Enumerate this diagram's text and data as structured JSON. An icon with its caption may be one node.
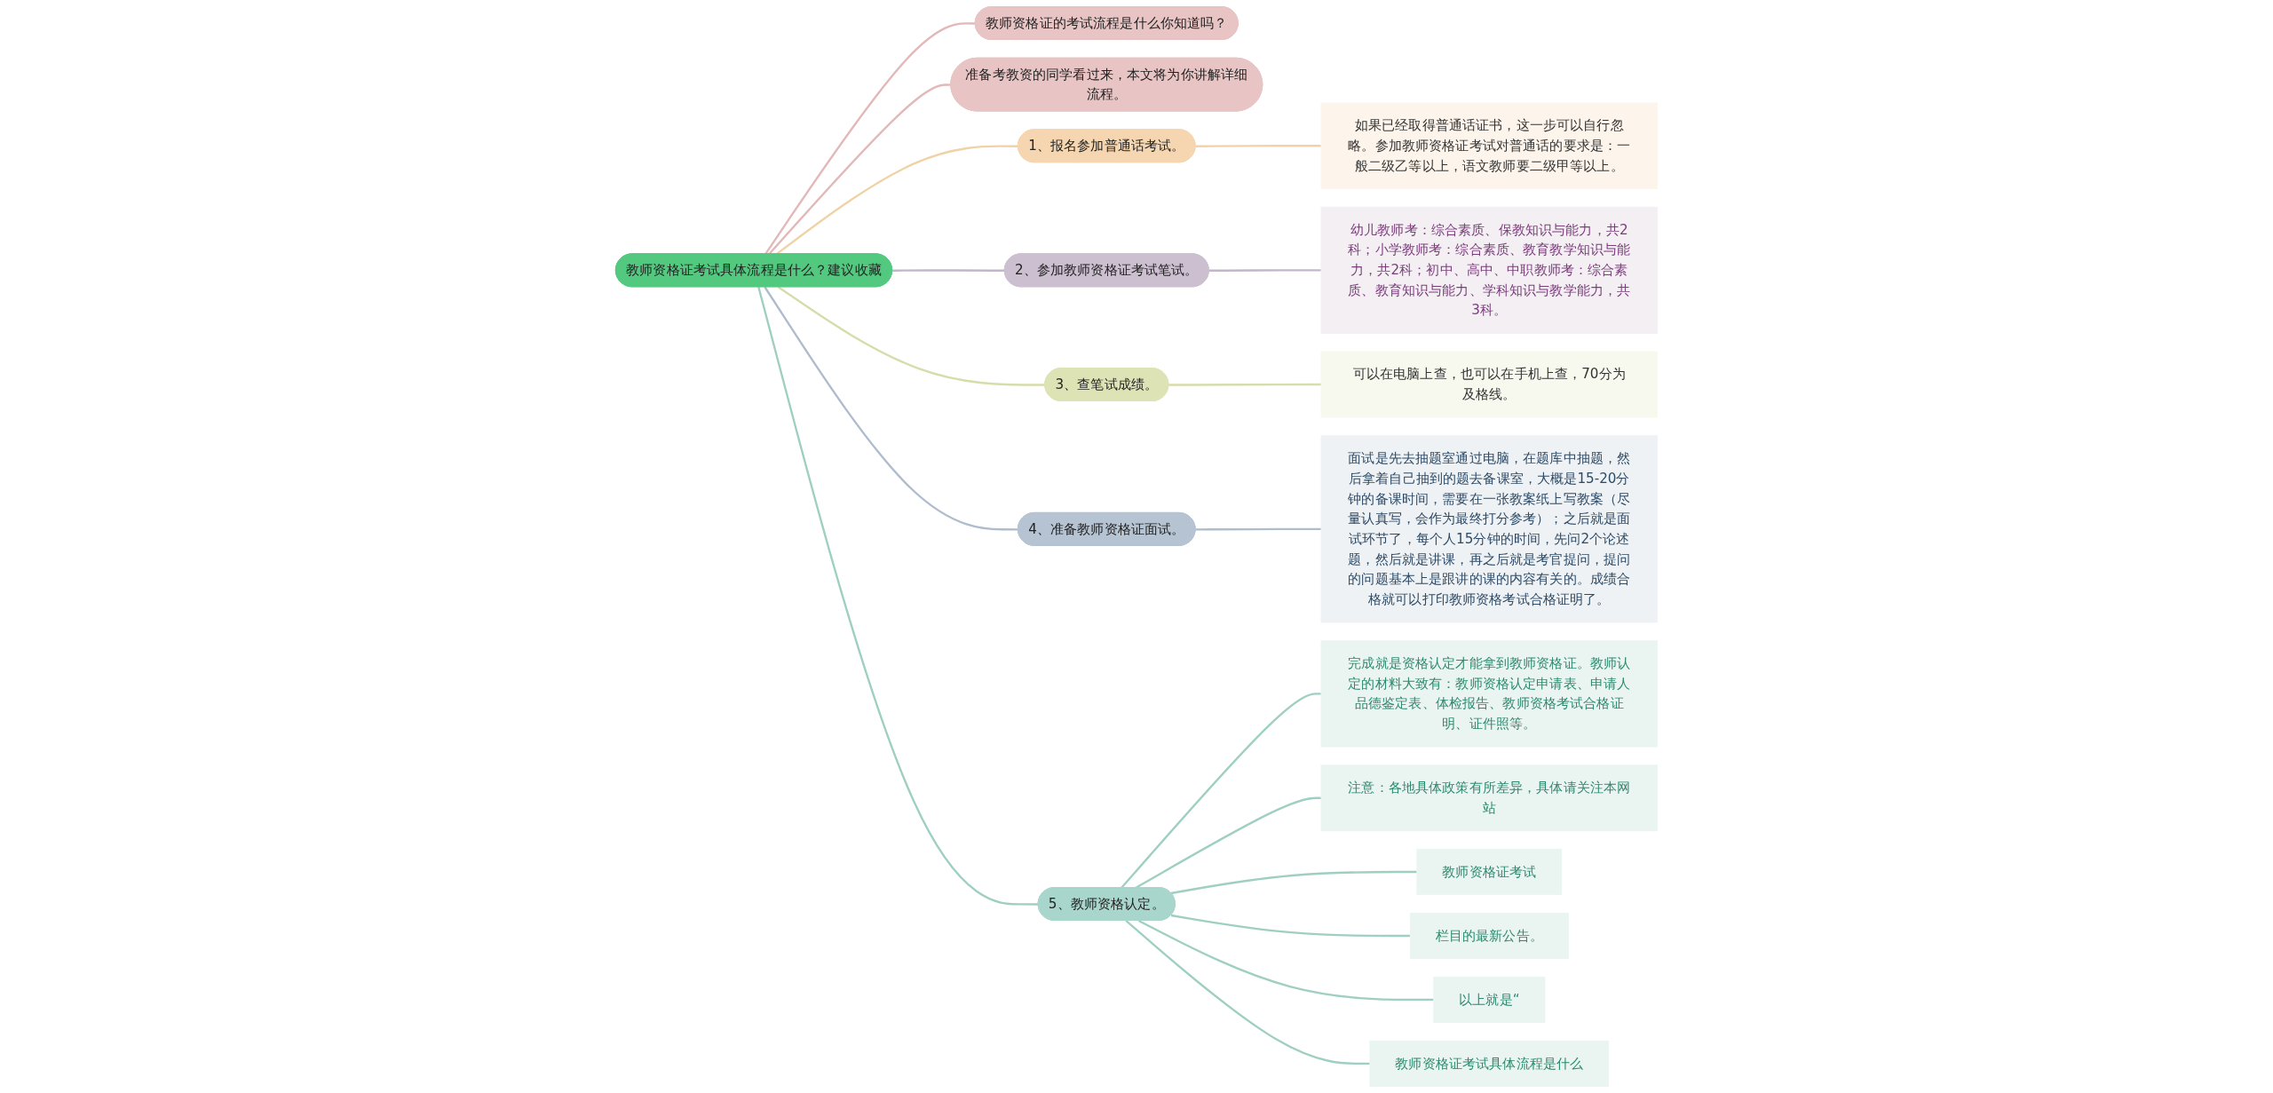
{
  "diagram": {
    "nodes": [
      {
        "text": [
          "教师资格证考试具体流程是什么？建议收藏"
        ]
      },
      {
        "text": [
          "教师资格证的考试流程是什么你知道吗？"
        ]
      },
      {
        "text": [
          "准备考教资的同学看过来，本文将为你讲解详细流程。"
        ]
      },
      {
        "text": [
          "1、报名参加普通话考试。"
        ]
      },
      {
        "text": [
          "如果已经取得普通话证书，这一步可以自行忽略。参加教师资格证考试对普通话的要求是：一般二级乙等以上，语文教师要二级甲等以上。"
        ]
      },
      {
        "text": [
          "2、参加教师资格证考试笔试。"
        ]
      },
      {
        "text": [
          "幼儿教师考：综合素质、保教知识与能力，共2科；小学教师考：综合素质、教育教学知识与能力，共2科；初中、高中、中职教师考：综合素质、教育知识与能力、学科知识与教学能力，共3科。"
        ]
      },
      {
        "text": [
          "3、查笔试成绩。"
        ]
      },
      {
        "text": [
          "可以在电脑上查，也可以在手机上查，70分为及格线。"
        ]
      },
      {
        "text": [
          "4、准备教师资格证面试。"
        ]
      },
      {
        "text": [
          "面试是先去抽题室通过电脑，在题库中抽题，然后拿着自己抽到的题去备课室，大概是15-20分钟的备课时间，需要在一张教案纸上写教案（尽量认真写，会作为最终打分参考）；之后就是面试环节了，每个人15分钟的时间，先问2个论述题，然后就是讲课，再之后就是考官提问，提问的问题基本上是跟讲的课的内容有关的。成绩合格就可以打印教师资格考试合格证明了。"
        ]
      },
      {
        "text": [
          "5、教师资格认定。"
        ]
      },
      {
        "text": [
          "完成就是资格认定才能拿到教师资格证。教师认定的材料大致有：教师资格认定申请表、申请人品德鉴定表、体检报告、教师资格考试合格证明、证件照等。"
        ]
      },
      {
        "text": [
          "注意：各地具体政策有所差异，具体请关注本网站"
        ]
      },
      {
        "text": [
          "教师资格证考试"
        ]
      },
      {
        "text": [
          "栏目的最新公告。"
        ]
      },
      {
        "text": [
          "以上就是“"
        ]
      },
      {
        "text": [
          "教师资格证考试具体流程是什么"
        ]
      }
    ],
    "edges": [
      {
        "from": 0,
        "to": 1,
        "arrow": "none",
        "color": "#e2b8b8"
      },
      {
        "from": 0,
        "to": 2,
        "arrow": "none",
        "color": "#e2b8b8"
      },
      {
        "from": 0,
        "to": 3,
        "arrow": "none",
        "color": "#efd3a6"
      },
      {
        "from": 3,
        "to": 4,
        "arrow": "none",
        "color": "#efd3a6"
      },
      {
        "from": 0,
        "to": 5,
        "arrow": "none",
        "color": "#c4b6ca"
      },
      {
        "from": 5,
        "to": 6,
        "arrow": "none",
        "color": "#c4b6ca"
      },
      {
        "from": 0,
        "to": 7,
        "arrow": "none",
        "color": "#d6dcaa"
      },
      {
        "from": 7,
        "to": 8,
        "arrow": "none",
        "color": "#d6dcaa"
      },
      {
        "from": 0,
        "to": 9,
        "arrow": "none",
        "color": "#aebccd"
      },
      {
        "from": 9,
        "to": 10,
        "arrow": "none",
        "color": "#aebccd"
      },
      {
        "from": 0,
        "to": 11,
        "arrow": "none"
      },
      {
        "from": 11,
        "to": 12,
        "arrow": "none"
      },
      {
        "from": 11,
        "to": 13,
        "arrow": "none"
      },
      {
        "from": 11,
        "to": 14,
        "arrow": "none"
      },
      {
        "from": 11,
        "to": 15,
        "arrow": "none"
      },
      {
        "from": 11,
        "to": 16,
        "arrow": "none"
      },
      {
        "from": 11,
        "to": 17,
        "arrow": "none"
      }
    ]
  }
}
